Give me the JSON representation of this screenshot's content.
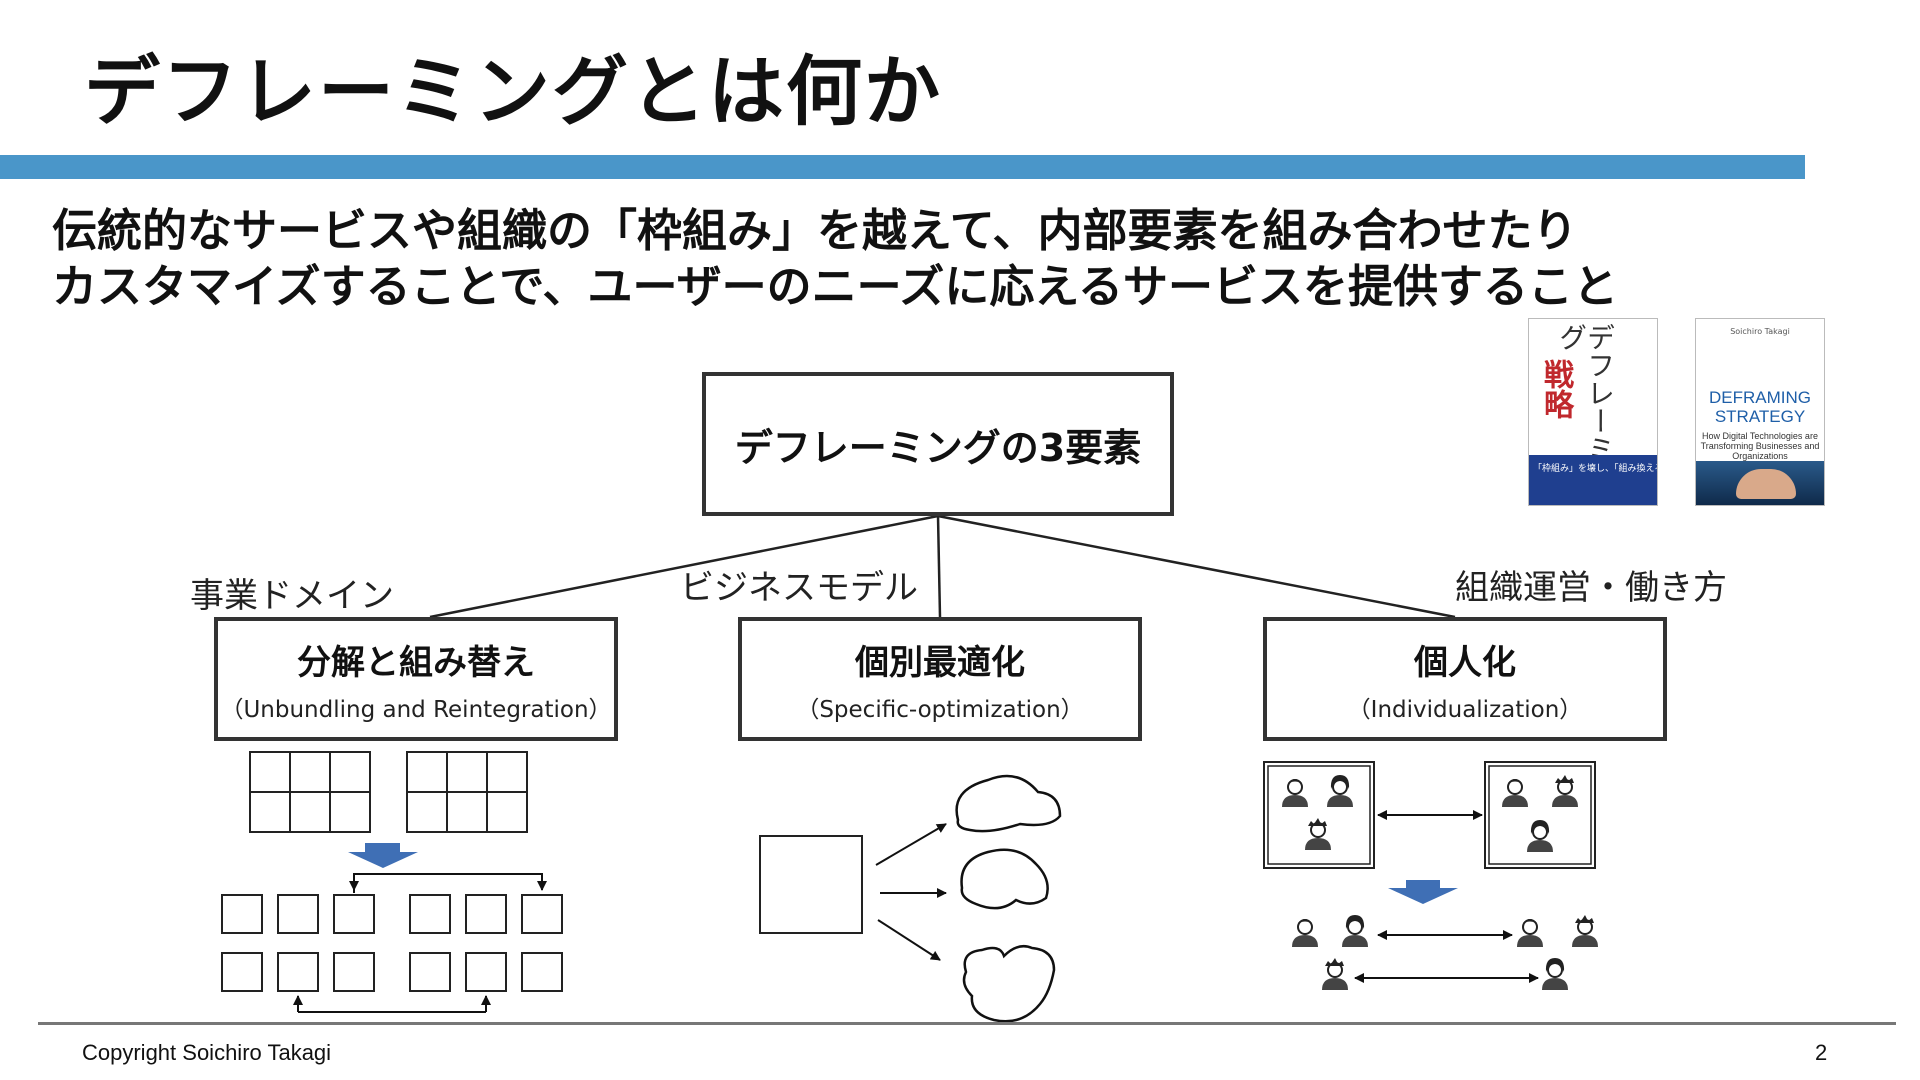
{
  "slide": {
    "title": "デフレーミングとは何か",
    "lead_line1": "伝統的なサービスや組織の「枠組み」を越えて、内部要素を組み合わせたり",
    "lead_line2": "カスタマイズすることで、ユーザーのニーズに応えるサービスを提供すること",
    "center_box": "デフレーミングの3要素",
    "categories": [
      "事業ドメイン",
      "ビジネスモデル",
      "組織運営・働き方"
    ],
    "elements": [
      {
        "title": "分解と組み替え",
        "subtitle": "（Unbundling and Reintegration）"
      },
      {
        "title": "個別最適化",
        "subtitle": "（Specific-optimization）"
      },
      {
        "title": "個人化",
        "subtitle": "（Individualization）"
      }
    ],
    "footer": {
      "copyright": "Copyright Soichiro Takagi",
      "page": "2"
    }
  },
  "book_covers": {
    "jp": {
      "vertical_title": "デフレーミング",
      "red_title": "戦略",
      "band": "「枠組み」を壊し、「組み換える」"
    },
    "en": {
      "author": "Soichiro Takagi",
      "title_line1": "DEFRAMING",
      "title_line2": "STRATEGY",
      "small": "How Digital Technologies are Transforming Businesses and Organizations"
    }
  },
  "colors": {
    "accent": "#4a96c9",
    "arrow_blue": "#3f6fb5",
    "box_border": "#333333",
    "jp_red": "#c0282d",
    "jp_band": "#1f3f8f",
    "en_title": "#1f5fa8"
  },
  "icons": [
    "person-icon",
    "down-arrow-icon",
    "double-arrow-icon",
    "blob-icon"
  ]
}
